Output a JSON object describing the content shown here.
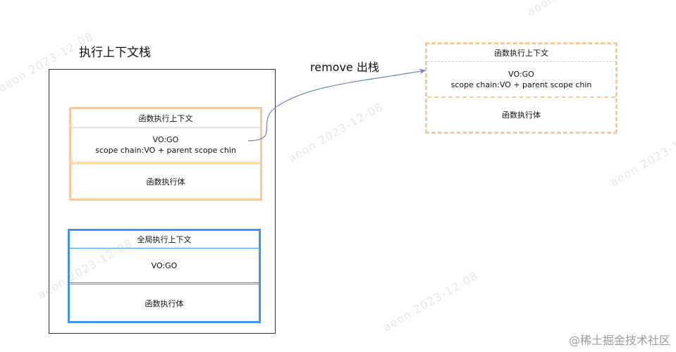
{
  "stack": {
    "title": "执行上下文栈"
  },
  "function_context": {
    "header": "函数执行上下文",
    "vo_line1": "VO:GO",
    "vo_line2": "scope chain:VO + parent scope chin",
    "body": "函数执行体"
  },
  "global_context": {
    "header": "全局执行上下文",
    "vo": "VO:GO",
    "body": "函数执行体"
  },
  "popped_context": {
    "header": "函数执行上下文",
    "vo_line1": "VO:GO",
    "vo_line2": "scope chain:VO + parent scope chin",
    "body": "函数执行体"
  },
  "arrow": {
    "label": "remove 出栈",
    "color": "#6b86b8"
  },
  "watermark": {
    "text": "aeon  2023-12-08"
  },
  "footer": {
    "site_mark": "@稀土掘金技术社区"
  },
  "colors": {
    "function_border": "#f7c99a",
    "global_border": "#3d97e6",
    "frame_border": "#333333"
  }
}
